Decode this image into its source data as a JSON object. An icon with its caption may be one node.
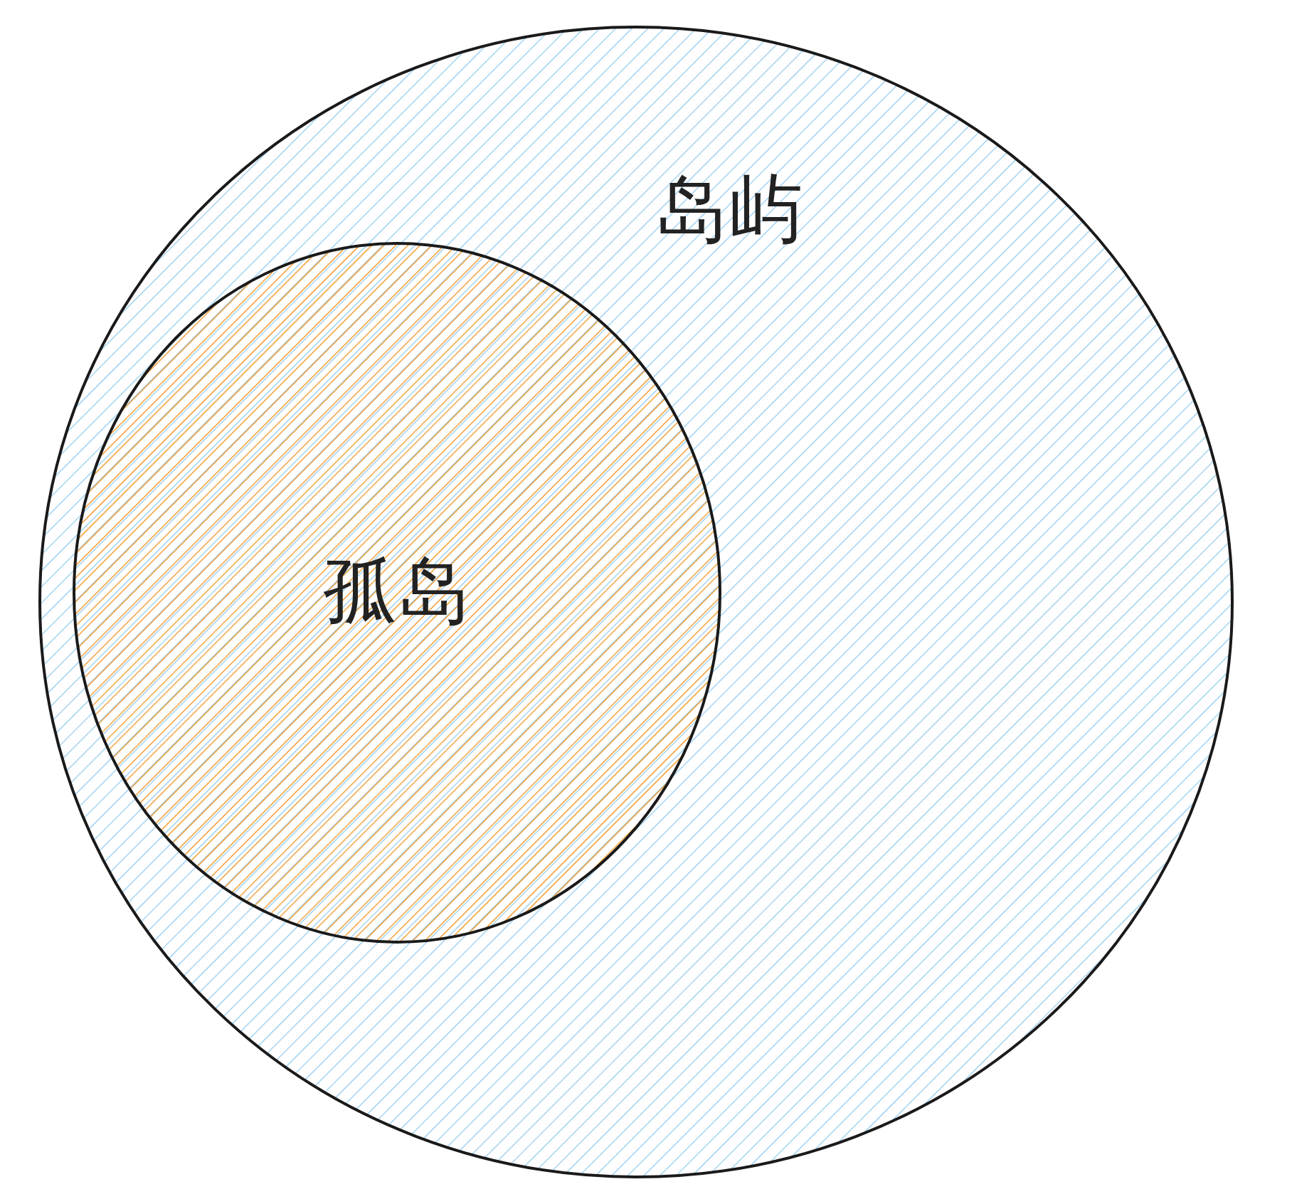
{
  "diagram": {
    "nodes": [
      {
        "text": [
          "岛屿"
        ]
      },
      {
        "text": [
          "孤岛"
        ],
        "in": 0
      }
    ]
  }
}
